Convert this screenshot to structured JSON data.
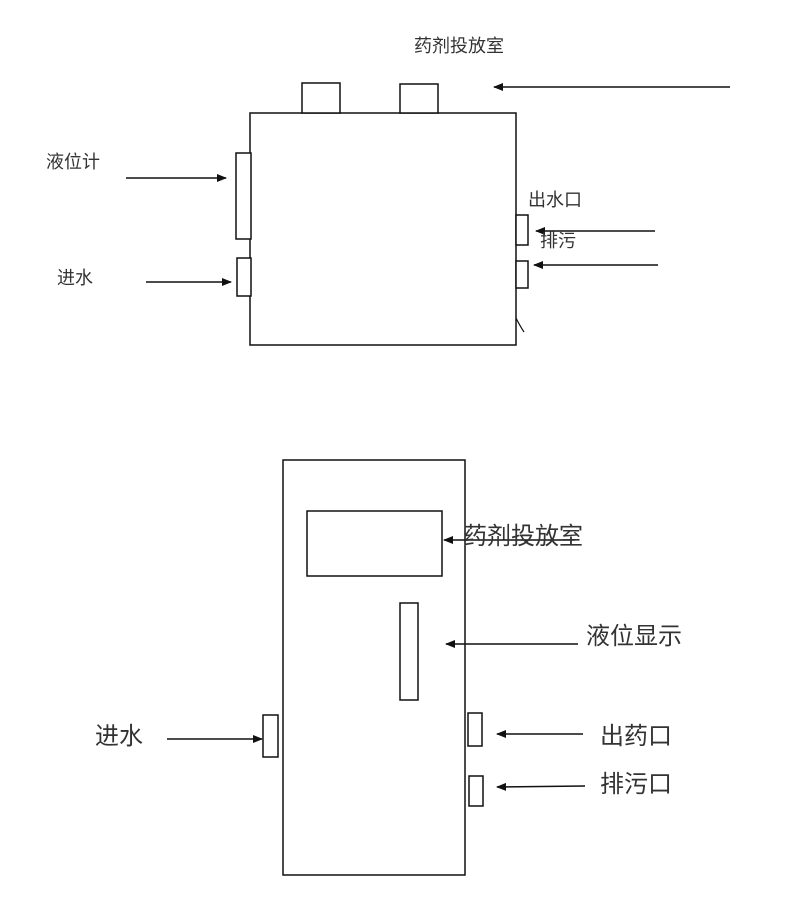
{
  "top_diagram": {
    "title": "药剂投放室",
    "labels": {
      "level_gauge": "液位计",
      "water_inlet": "进水",
      "water_outlet": "出水口",
      "drain": "排污"
    }
  },
  "bottom_diagram": {
    "labels": {
      "dosing_room": "药剂投放室",
      "level_display": "液位显示",
      "water_inlet": "进水",
      "dosing_outlet": "出药口",
      "drain_outlet": "排污口"
    }
  },
  "colors": {
    "line": "#111111",
    "text": "#333333",
    "background": "#ffffff"
  }
}
